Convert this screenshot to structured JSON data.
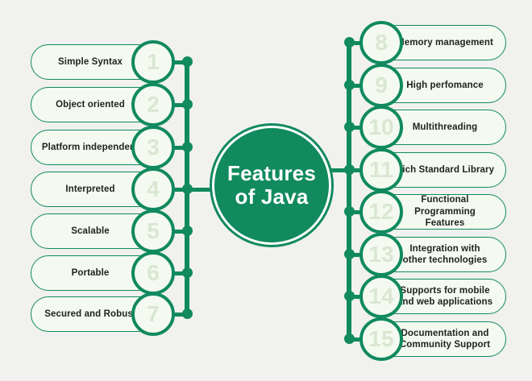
{
  "title": "Features of Java",
  "colors": {
    "green": "#108a5e",
    "pill-bg": "#f4faf0",
    "num-color": "#d9e7d2",
    "page-bg": "#f1f1ef",
    "text-dark": "#20241f"
  },
  "center": {
    "label": "Features\nof Java"
  },
  "left_items": [
    {
      "number": "1",
      "label": "Simple Syntax"
    },
    {
      "number": "2",
      "label": "Object oriented"
    },
    {
      "number": "3",
      "label": "Platform independent"
    },
    {
      "number": "4",
      "label": "Interpreted"
    },
    {
      "number": "5",
      "label": "Scalable"
    },
    {
      "number": "6",
      "label": "Portable"
    },
    {
      "number": "7",
      "label": "Secured and Robust"
    }
  ],
  "right_items": [
    {
      "number": "8",
      "label": "Memory management"
    },
    {
      "number": "9",
      "label": "High perfomance"
    },
    {
      "number": "10",
      "label": "Multithreading"
    },
    {
      "number": "11",
      "label": "Rich Standard Library"
    },
    {
      "number": "12",
      "label": "Functional Programming\nFeatures"
    },
    {
      "number": "13",
      "label": "Integration with\nother technologies"
    },
    {
      "number": "14",
      "label": "Supports for mobile\nand web applications"
    },
    {
      "number": "15",
      "label": "Documentation and\nCommunity Support"
    }
  ]
}
